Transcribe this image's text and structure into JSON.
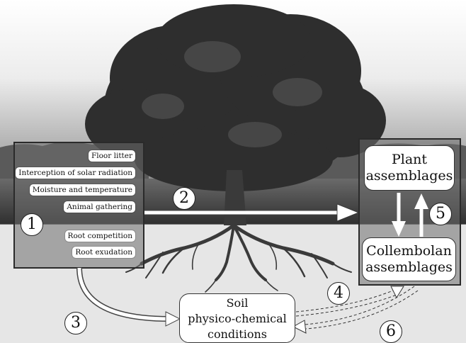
{
  "factor_box": {
    "number": "1",
    "labels": [
      "Floor litter",
      "Interception of solar radiation",
      "Moisture and temperature",
      "Animal gathering",
      "Root competition",
      "Root exudation"
    ]
  },
  "nodes": {
    "plant": {
      "line1": "Plant",
      "line2": "assemblages"
    },
    "collembolan": {
      "line1": "Collembolan",
      "line2": "assemblages"
    },
    "soil": {
      "line1": "Soil",
      "line2": "physico-chemical",
      "line3": "conditions"
    }
  },
  "numbers": {
    "n2": "2",
    "n3": "3",
    "n4": "4",
    "n5": "5",
    "n6": "6"
  },
  "colors": {
    "sky": "#9a9a9a",
    "soil": "#e6e6e6",
    "tree": "#2b2b2b",
    "box_fill": "#6e6e6e",
    "box_border": "#2a2a2a"
  }
}
